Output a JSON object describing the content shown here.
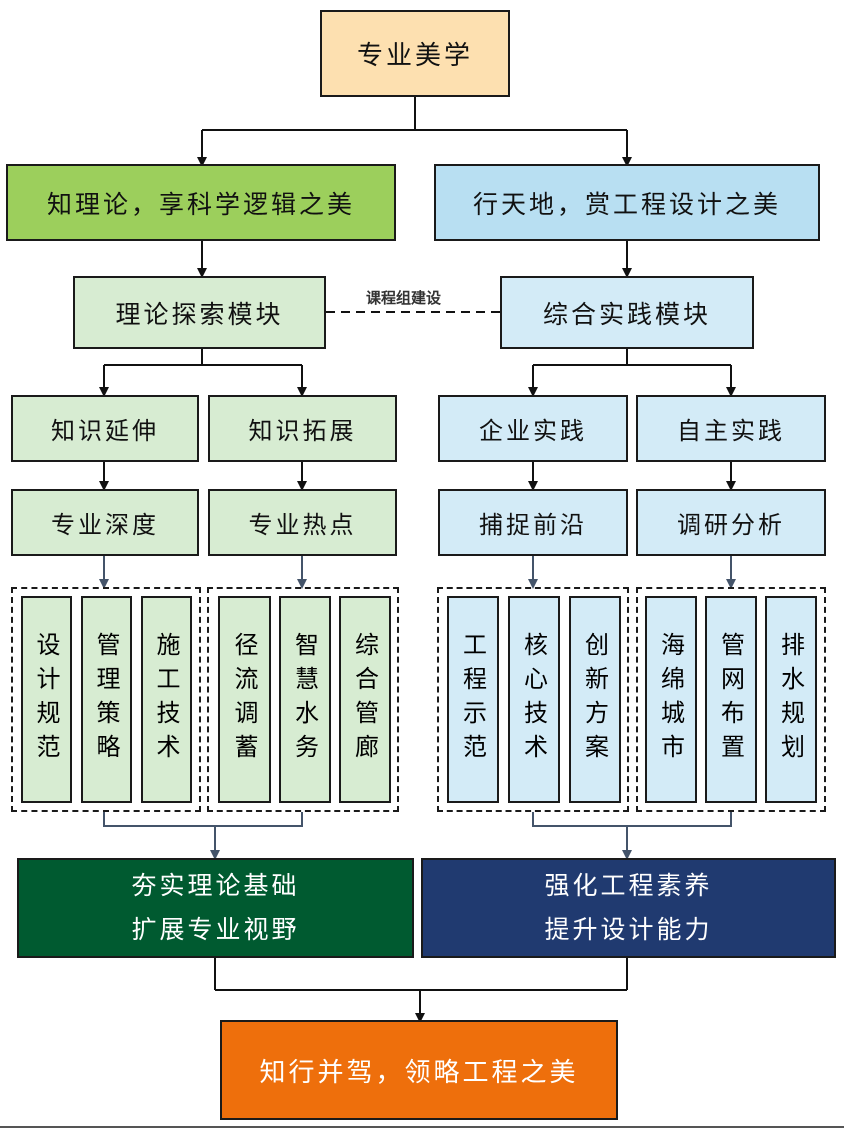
{
  "root": "专业美学",
  "left_branch": {
    "title": "知理论，享科学逻辑之美",
    "module": "理论探索模块",
    "subs": [
      {
        "name": "知识延伸",
        "focus": "专业深度",
        "items": [
          "设计规范",
          "管理策略",
          "施工技术"
        ]
      },
      {
        "name": "知识拓展",
        "focus": "专业热点",
        "items": [
          "径流调蓄",
          "智慧水务",
          "综合管廊"
        ]
      }
    ],
    "outcome": [
      "夯实理论基础",
      "扩展专业视野"
    ]
  },
  "right_branch": {
    "title": "行天地，赏工程设计之美",
    "module": "综合实践模块",
    "subs": [
      {
        "name": "企业实践",
        "focus": "捕捉前沿",
        "items": [
          "工程示范",
          "核心技术",
          "创新方案"
        ]
      },
      {
        "name": "自主实践",
        "focus": "调研分析",
        "items": [
          "海绵城市",
          "管网布置",
          "排水规划"
        ]
      }
    ],
    "outcome": [
      "强化工程素养",
      "提升设计能力"
    ]
  },
  "link_label": "课程组建设",
  "final": "知行并驾，领略工程之美",
  "colors": {
    "root": "#fde0b0",
    "left_title": "#9ccf5c",
    "right_title": "#b8dff2",
    "left_light": "#d7ecd2",
    "right_light": "#d3ebf7",
    "left_outcome": "#005a30",
    "right_outcome": "#203a70",
    "final": "#ee6f0c",
    "connector_blue": "#44546a"
  }
}
